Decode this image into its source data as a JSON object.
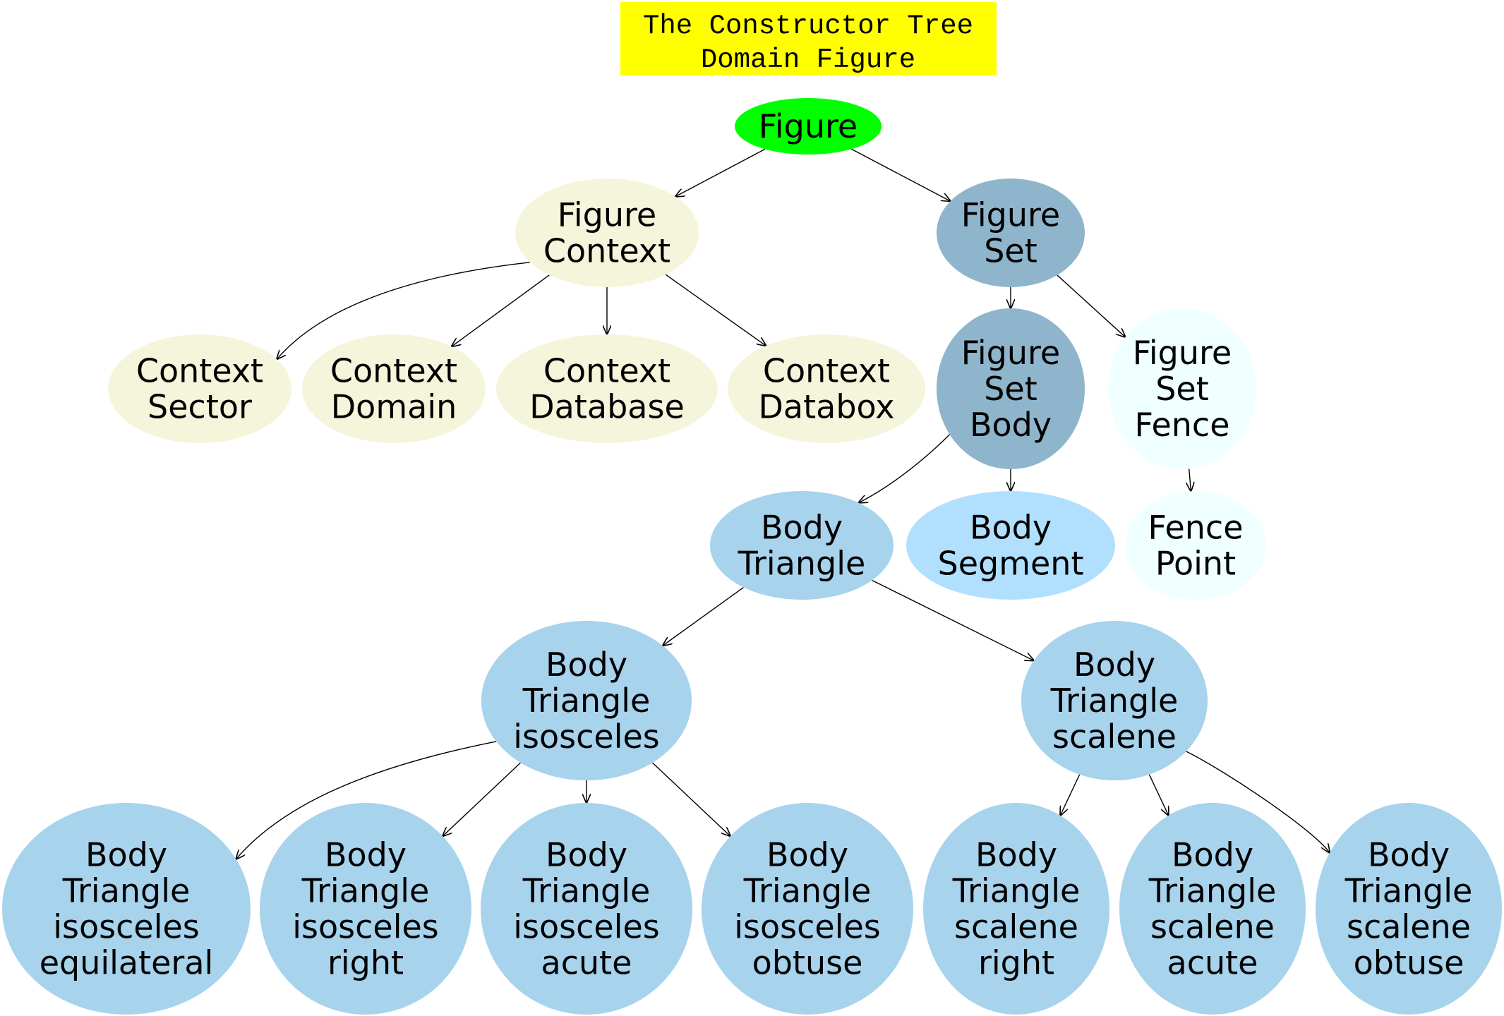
{
  "title": {
    "lines": [
      "The Constructor Tree",
      "Domain Figure"
    ],
    "background": "#ffff00"
  },
  "colors": {
    "root": "#00ff00",
    "context": "#f5f5dc",
    "set": "#8fb5cc",
    "body_leaf": "#b0e0fe",
    "triangle": "#a7d3ed",
    "fence": "#f0ffff",
    "edge": "#000000"
  },
  "nodes": [
    {
      "id": "figure",
      "lines": [
        "Figure"
      ],
      "color": "root"
    },
    {
      "id": "figure-context",
      "lines": [
        "Figure",
        "Context"
      ],
      "color": "context"
    },
    {
      "id": "figure-set",
      "lines": [
        "Figure",
        "Set"
      ],
      "color": "set"
    },
    {
      "id": "context-sector",
      "lines": [
        "Context",
        "Sector"
      ],
      "color": "context"
    },
    {
      "id": "context-domain",
      "lines": [
        "Context",
        "Domain"
      ],
      "color": "context"
    },
    {
      "id": "context-database",
      "lines": [
        "Context",
        "Database"
      ],
      "color": "context"
    },
    {
      "id": "context-databox",
      "lines": [
        "Context",
        "Databox"
      ],
      "color": "context"
    },
    {
      "id": "figure-set-body",
      "lines": [
        "Figure",
        "Set",
        "Body"
      ],
      "color": "set"
    },
    {
      "id": "figure-set-fence",
      "lines": [
        "Figure",
        "Set",
        "Fence"
      ],
      "color": "fence"
    },
    {
      "id": "body-triangle",
      "lines": [
        "Body",
        "Triangle"
      ],
      "color": "triangle"
    },
    {
      "id": "body-segment",
      "lines": [
        "Body",
        "Segment"
      ],
      "color": "body_leaf"
    },
    {
      "id": "fence-point",
      "lines": [
        "Fence",
        "Point"
      ],
      "color": "fence"
    },
    {
      "id": "body-triangle-isosceles",
      "lines": [
        "Body",
        "Triangle",
        "isosceles"
      ],
      "color": "triangle"
    },
    {
      "id": "body-triangle-scalene",
      "lines": [
        "Body",
        "Triangle",
        "scalene"
      ],
      "color": "triangle"
    },
    {
      "id": "isosceles-equilateral",
      "lines": [
        "Body",
        "Triangle",
        "isosceles",
        "equilateral"
      ],
      "color": "triangle"
    },
    {
      "id": "isosceles-right",
      "lines": [
        "Body",
        "Triangle",
        "isosceles",
        "right"
      ],
      "color": "triangle"
    },
    {
      "id": "isosceles-acute",
      "lines": [
        "Body",
        "Triangle",
        "isosceles",
        "acute"
      ],
      "color": "triangle"
    },
    {
      "id": "isosceles-obtuse",
      "lines": [
        "Body",
        "Triangle",
        "isosceles",
        "obtuse"
      ],
      "color": "triangle"
    },
    {
      "id": "scalene-right",
      "lines": [
        "Body",
        "Triangle",
        "scalene",
        "right"
      ],
      "color": "triangle"
    },
    {
      "id": "scalene-acute",
      "lines": [
        "Body",
        "Triangle",
        "scalene",
        "acute"
      ],
      "color": "triangle"
    },
    {
      "id": "scalene-obtuse",
      "lines": [
        "Body",
        "Triangle",
        "scalene",
        "obtuse"
      ],
      "color": "triangle"
    }
  ],
  "edges": [
    {
      "from": "figure",
      "to": "figure-context"
    },
    {
      "from": "figure",
      "to": "figure-set"
    },
    {
      "from": "figure-context",
      "to": "context-sector"
    },
    {
      "from": "figure-context",
      "to": "context-domain"
    },
    {
      "from": "figure-context",
      "to": "context-database"
    },
    {
      "from": "figure-context",
      "to": "context-databox"
    },
    {
      "from": "figure-set",
      "to": "figure-set-body"
    },
    {
      "from": "figure-set",
      "to": "figure-set-fence"
    },
    {
      "from": "figure-set-body",
      "to": "body-triangle"
    },
    {
      "from": "figure-set-body",
      "to": "body-segment"
    },
    {
      "from": "figure-set-fence",
      "to": "fence-point"
    },
    {
      "from": "body-triangle",
      "to": "body-triangle-isosceles"
    },
    {
      "from": "body-triangle",
      "to": "body-triangle-scalene"
    },
    {
      "from": "body-triangle-isosceles",
      "to": "isosceles-equilateral"
    },
    {
      "from": "body-triangle-isosceles",
      "to": "isosceles-right"
    },
    {
      "from": "body-triangle-isosceles",
      "to": "isosceles-acute"
    },
    {
      "from": "body-triangle-isosceles",
      "to": "isosceles-obtuse"
    },
    {
      "from": "body-triangle-scalene",
      "to": "scalene-right"
    },
    {
      "from": "body-triangle-scalene",
      "to": "scalene-acute"
    },
    {
      "from": "body-triangle-scalene",
      "to": "scalene-obtuse"
    }
  ]
}
